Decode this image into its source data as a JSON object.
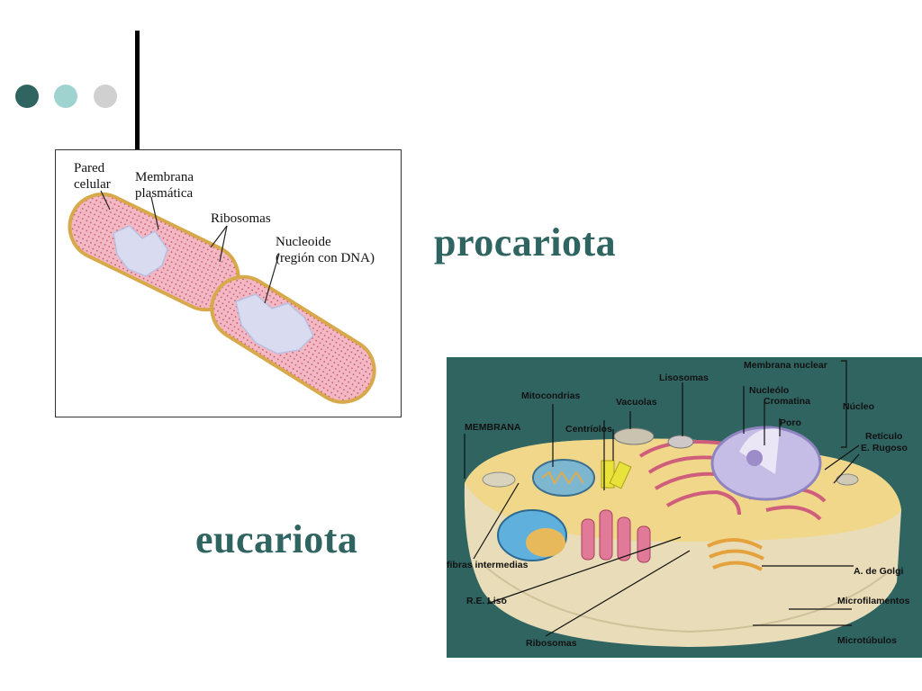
{
  "slide": {
    "procariota_title": "procariota",
    "eucariota_title": "eucariota"
  },
  "decoration": {
    "dot_colors": [
      "#2f6461",
      "#9fd3d0",
      "#d0d0d0"
    ]
  },
  "procariota_diagram": {
    "labels": {
      "pared_1": "Pared",
      "pared_2": "celular",
      "membrana_1": "Membrana",
      "membrana_2": "plasmática",
      "ribosomas": "Ribosomas",
      "nucleoide_1": "Nucleoide",
      "nucleoide_2": "(región con DNA)"
    }
  },
  "eucariota_diagram": {
    "labels": {
      "membrana_nuclear": "Membrana nuclear",
      "lisosomas": "Lisosomas",
      "mitocondrias": "Mitocondrias",
      "vacuolas": "Vacuolas",
      "nucleolo": "Nucleólo",
      "cromatina": "Cromatina",
      "nucleo": "Núcleo",
      "poro": "Poro",
      "membrana": "MEMBRANA",
      "centriolos": "Centríolos",
      "reticulo_1": "Retículo",
      "reticulo_2": "E. Rugoso",
      "fibras": "fibras intermedias",
      "golgi": "A. de Golgi",
      "re_liso": "R.E. Liso",
      "microfilamentos": "Microfilamentos",
      "ribosomas": "Ribosomas",
      "microtubulos": "Microtúbulos"
    }
  }
}
